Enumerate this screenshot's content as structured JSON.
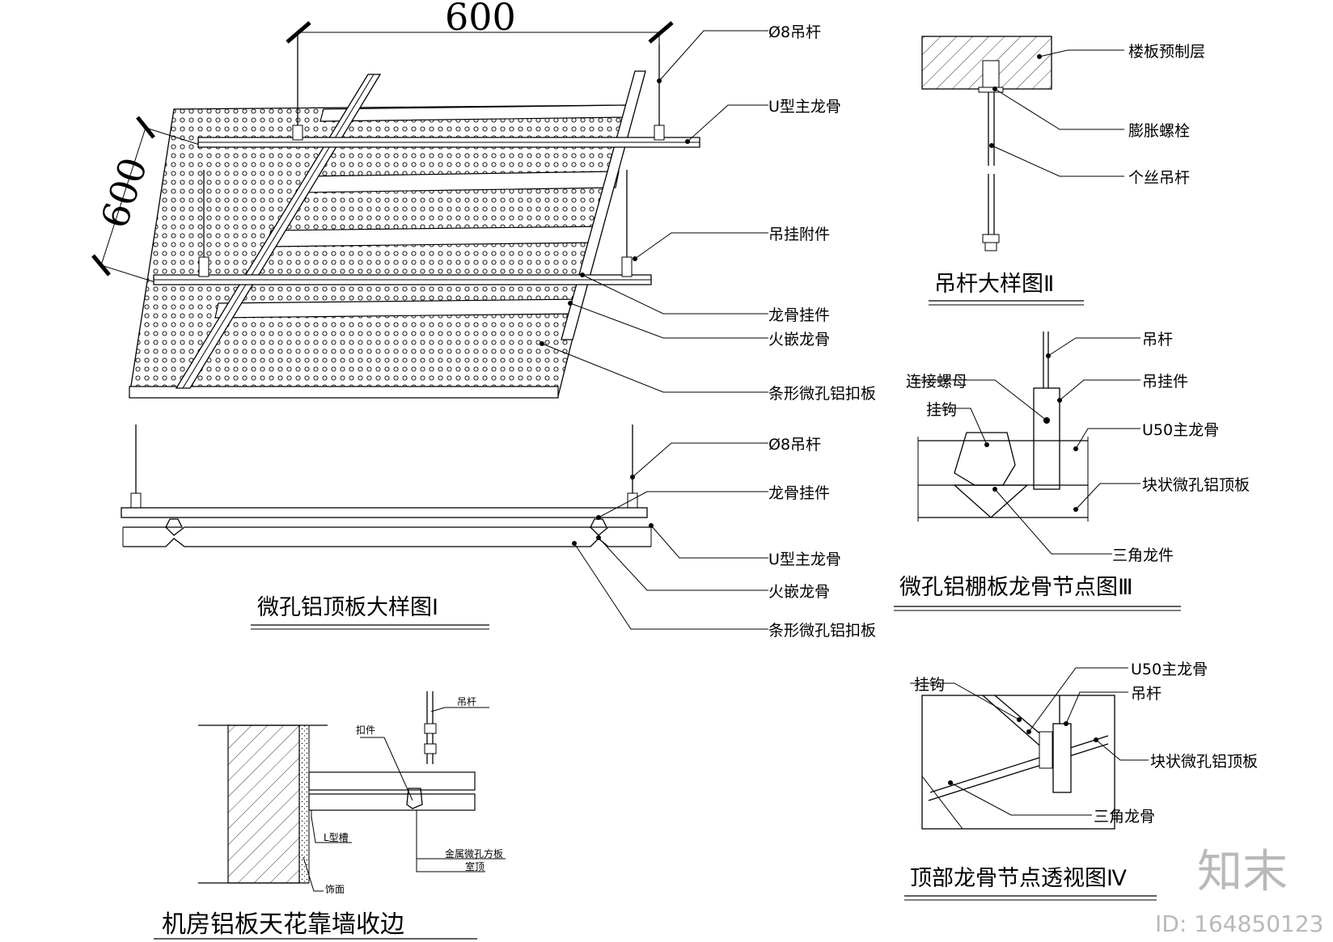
{
  "dimensions": {
    "width_label": "600",
    "depth_label": "600"
  },
  "fig1": {
    "labels": {
      "rod": "Ø8吊杆",
      "u_main": "U型主龙骨",
      "hanger": "吊挂附件",
      "keel_hanger": "龙骨挂件",
      "clip_keel": "火嵌龙骨",
      "strip_panel": "条形微孔铝扣板"
    },
    "section_labels": {
      "rod": "Ø8吊杆",
      "keel_hanger": "龙骨挂件",
      "u_main": "U型主龙骨",
      "clip_keel": "火嵌龙骨",
      "strip_panel": "条形微孔铝扣板"
    },
    "title": "微孔铝顶板大样图Ⅰ"
  },
  "fig2": {
    "labels": {
      "slab": "楼板预制层",
      "bolt": "膨胀螺栓",
      "rod": "个丝吊杆"
    },
    "title": "吊杆大样图Ⅱ"
  },
  "fig3": {
    "labels": {
      "rod": "吊杆",
      "hanger": "吊挂件",
      "nut": "连接螺母",
      "hook": "挂钩",
      "u50": "U50主龙骨",
      "panel": "块状微孔铝顶板",
      "tri": "三角龙件"
    },
    "title": "微孔铝棚板龙骨节点图Ⅲ"
  },
  "fig4": {
    "labels": {
      "u50": "U50主龙骨",
      "hook": "挂钩",
      "rod": "吊杆",
      "panel": "块状微孔铝顶板",
      "tri": "三角龙骨"
    },
    "title": "顶部龙骨节点透视图Ⅳ"
  },
  "fig5": {
    "labels": {
      "rod": "吊杆",
      "clip": "扣件",
      "l_trim": "L型槽",
      "panel": "金属微孔方板",
      "ceiling": "室顶",
      "finish": "饰面"
    },
    "title": "机房铝板天花靠墙收边"
  },
  "watermark": {
    "brand": "知末",
    "id": "ID: 164850123"
  }
}
